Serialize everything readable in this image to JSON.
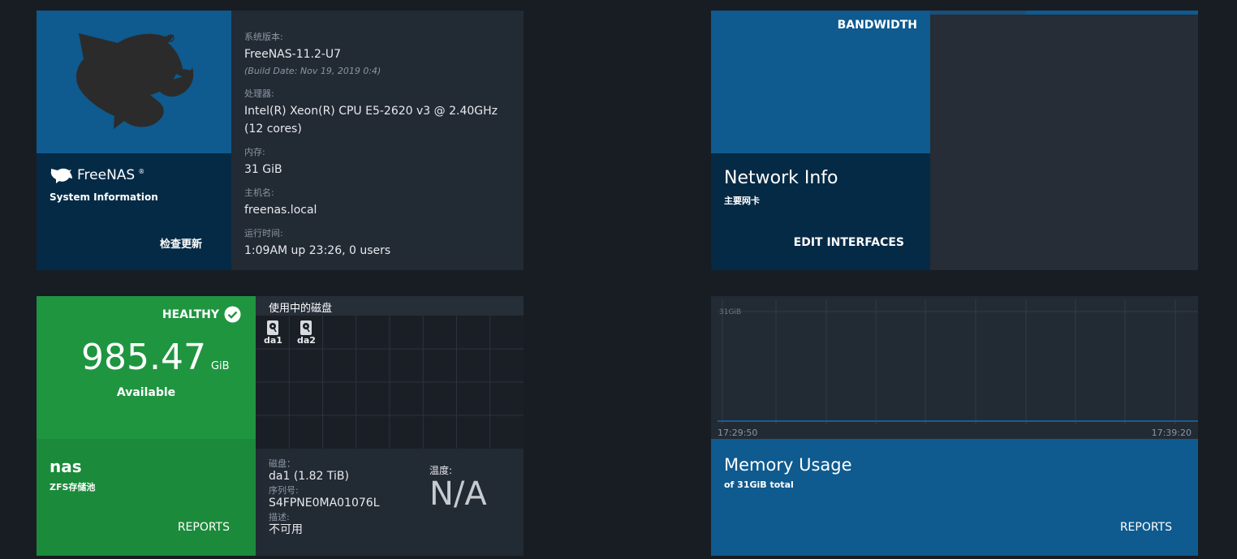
{
  "colors": {
    "page_bg": "#181d24",
    "card_bg": "#222a34",
    "primary_blue": "#0f5a8e",
    "dark_navy": "#052a45",
    "healthy_green": "#1f9540"
  },
  "system_info": {
    "brand": "FreeNAS",
    "trademark": "®",
    "subtitle": "System Information",
    "check_update": "检查更新",
    "version_label": "系统版本:",
    "version": "FreeNAS-11.2-U7",
    "build": "(Build Date: Nov 19, 2019 0:4)",
    "processor_label": "处理器:",
    "processor": "Intel(R) Xeon(R) CPU E5-2620 v3 @ 2.40GHz (12 cores)",
    "memory_label": "内存:",
    "memory": "31 GiB",
    "hostname_label": "主机名:",
    "hostname": "freenas.local",
    "uptime_label": "运行时间:",
    "uptime": "1:09AM up 23:26, 0 users"
  },
  "network": {
    "bandwidth": "BANDWIDTH",
    "title": "Network Info",
    "subtitle": "主要网卡",
    "edit": "EDIT INTERFACES"
  },
  "pool": {
    "status": "HEALTHY",
    "available_value": "985.47",
    "available_unit": "GiB",
    "available_label": "Available",
    "name": "nas",
    "type": "ZFS存储池",
    "reports": "REPORTS",
    "disks_header": "使用中的磁盘",
    "disks": [
      "da1",
      "da2"
    ],
    "disk_label": "磁盘：",
    "disk_value": "da1 (1.82 TiB)",
    "serial_label": "序列号:",
    "serial_value": "S4FPNE0MA01076L",
    "desc_label": "描述:",
    "desc_value": "不可用",
    "temp_label": "温度:",
    "temp_value": "N/A"
  },
  "memory": {
    "title": "Memory Usage",
    "subtitle": "of 31GiB total",
    "reports": "REPORTS",
    "chart_data": {
      "type": "line",
      "y_tick": "31GiB",
      "x_start": "17:29:50",
      "x_end": "17:39:20"
    }
  }
}
